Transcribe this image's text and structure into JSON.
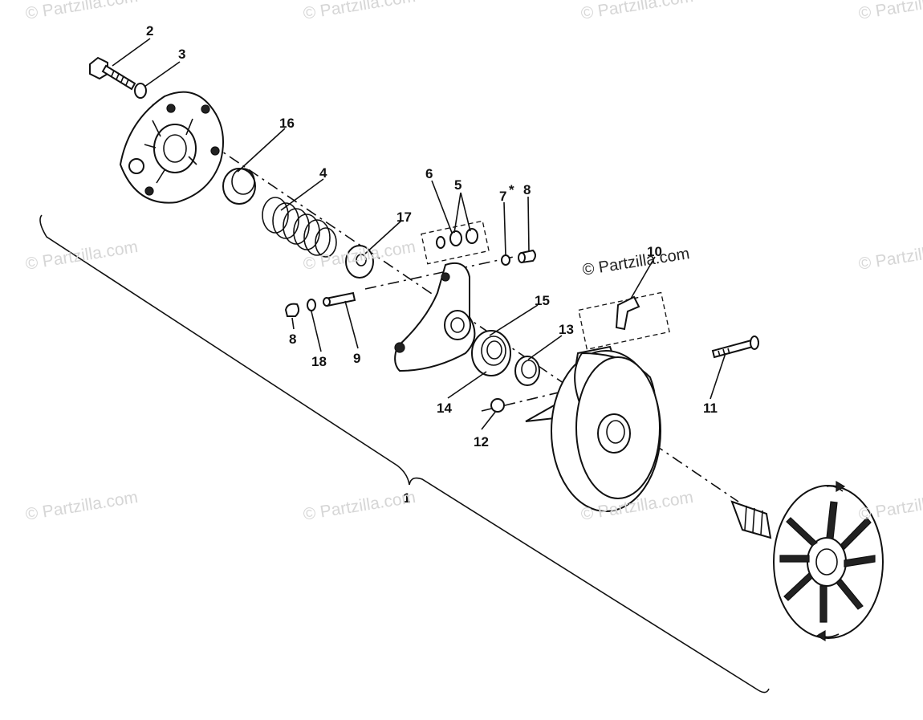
{
  "watermarks": [
    "© Partzilla.com",
    "© Partzilla.com",
    "© Partzilla.com",
    "© Partzilla.com",
    "© Partzilla.com",
    "© Partzilla.com",
    "© Partzilla.com",
    "© Partzilla.com",
    "© Partzilla.com",
    "© Partzilla.com",
    "© Partzilla.com"
  ],
  "watermark_center": "© Partzilla.com",
  "callouts": {
    "c1": "1",
    "c2": "2",
    "c3": "3",
    "c4": "4",
    "c5": "5",
    "c6": "6",
    "c7": "7",
    "c7_star": "*",
    "c8a": "8",
    "c8b": "8",
    "c9": "9",
    "c10": "10",
    "c11": "11",
    "c12": "12",
    "c13": "13",
    "c14": "14",
    "c15": "15",
    "c16": "16",
    "c17": "17",
    "c18": "18"
  }
}
